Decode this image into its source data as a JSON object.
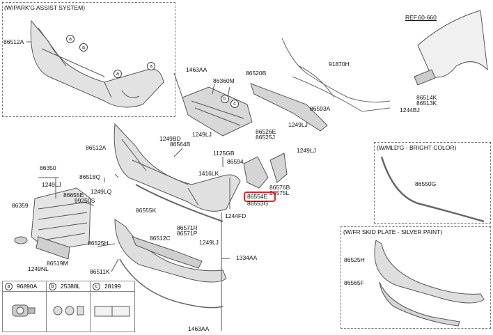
{
  "boxes": {
    "park_assist": "(W/PARK'G ASSIST SYSTEM)",
    "moulding": "(W/MLD'G - BRIGHT COLOR)",
    "skid_plate": "(W/FR SKID PLATE - SILVER PAINT)"
  },
  "ref": "REF.60-660",
  "parts": {
    "p86512A_top": "86512A",
    "p1463AA_top": "1463AA",
    "p86360M": "86360M",
    "p86520B": "86520B",
    "p91870H": "91870H",
    "p86593A": "86593A",
    "p86514K": "86514K",
    "p86513K": "86513K",
    "p1244BJ": "1244BJ",
    "p86526E": "86526E",
    "p86525J": "86525J",
    "p1249LJ_a": "1249LJ",
    "p1249LJ_b": "1249LJ",
    "p1249BD": "1249BD",
    "p1249LJ_c": "1249LJ",
    "p86564B": "86564B",
    "p86512A_mid": "86512A",
    "p1125GB": "1125GB",
    "p86594": "86594",
    "p86350": "86350",
    "p86518Q": "86518Q",
    "p1416LK": "1416LK",
    "p86576B": "86576B",
    "p86575L": "86575L",
    "p86554E": "86554E",
    "p86553G": "86553G",
    "p1249LJ_d": "1249LJ",
    "p86655E": "86655E",
    "p1249LQ": "1249LQ",
    "p99250S": "99250S",
    "p86359": "86359",
    "p86555K": "86555K",
    "p1244FD": "1244FD",
    "p86571R": "86571R",
    "p86571P": "86571P",
    "p86525H_main": "86525H",
    "p86512C": "86512C",
    "p1249LJ_e": "1249LJ",
    "p1334AA": "1334AA",
    "p1249NL": "1249NL",
    "p86519M": "86519M",
    "p86511K": "86511K",
    "p1463AA_bot": "1463AA",
    "p86550G": "86550G",
    "p86525H_skid": "86525H",
    "p86565F": "86565F"
  },
  "callouts": {
    "a": "a",
    "b": "b",
    "c": "c"
  },
  "legend": [
    {
      "letter": "a",
      "code": "96890A"
    },
    {
      "letter": "b",
      "code": "25388L"
    },
    {
      "letter": "c",
      "code": "28199"
    }
  ],
  "colors": {
    "part_fill": "#dcdcdc",
    "part_stroke": "#555555",
    "highlight": "#d8262b"
  }
}
